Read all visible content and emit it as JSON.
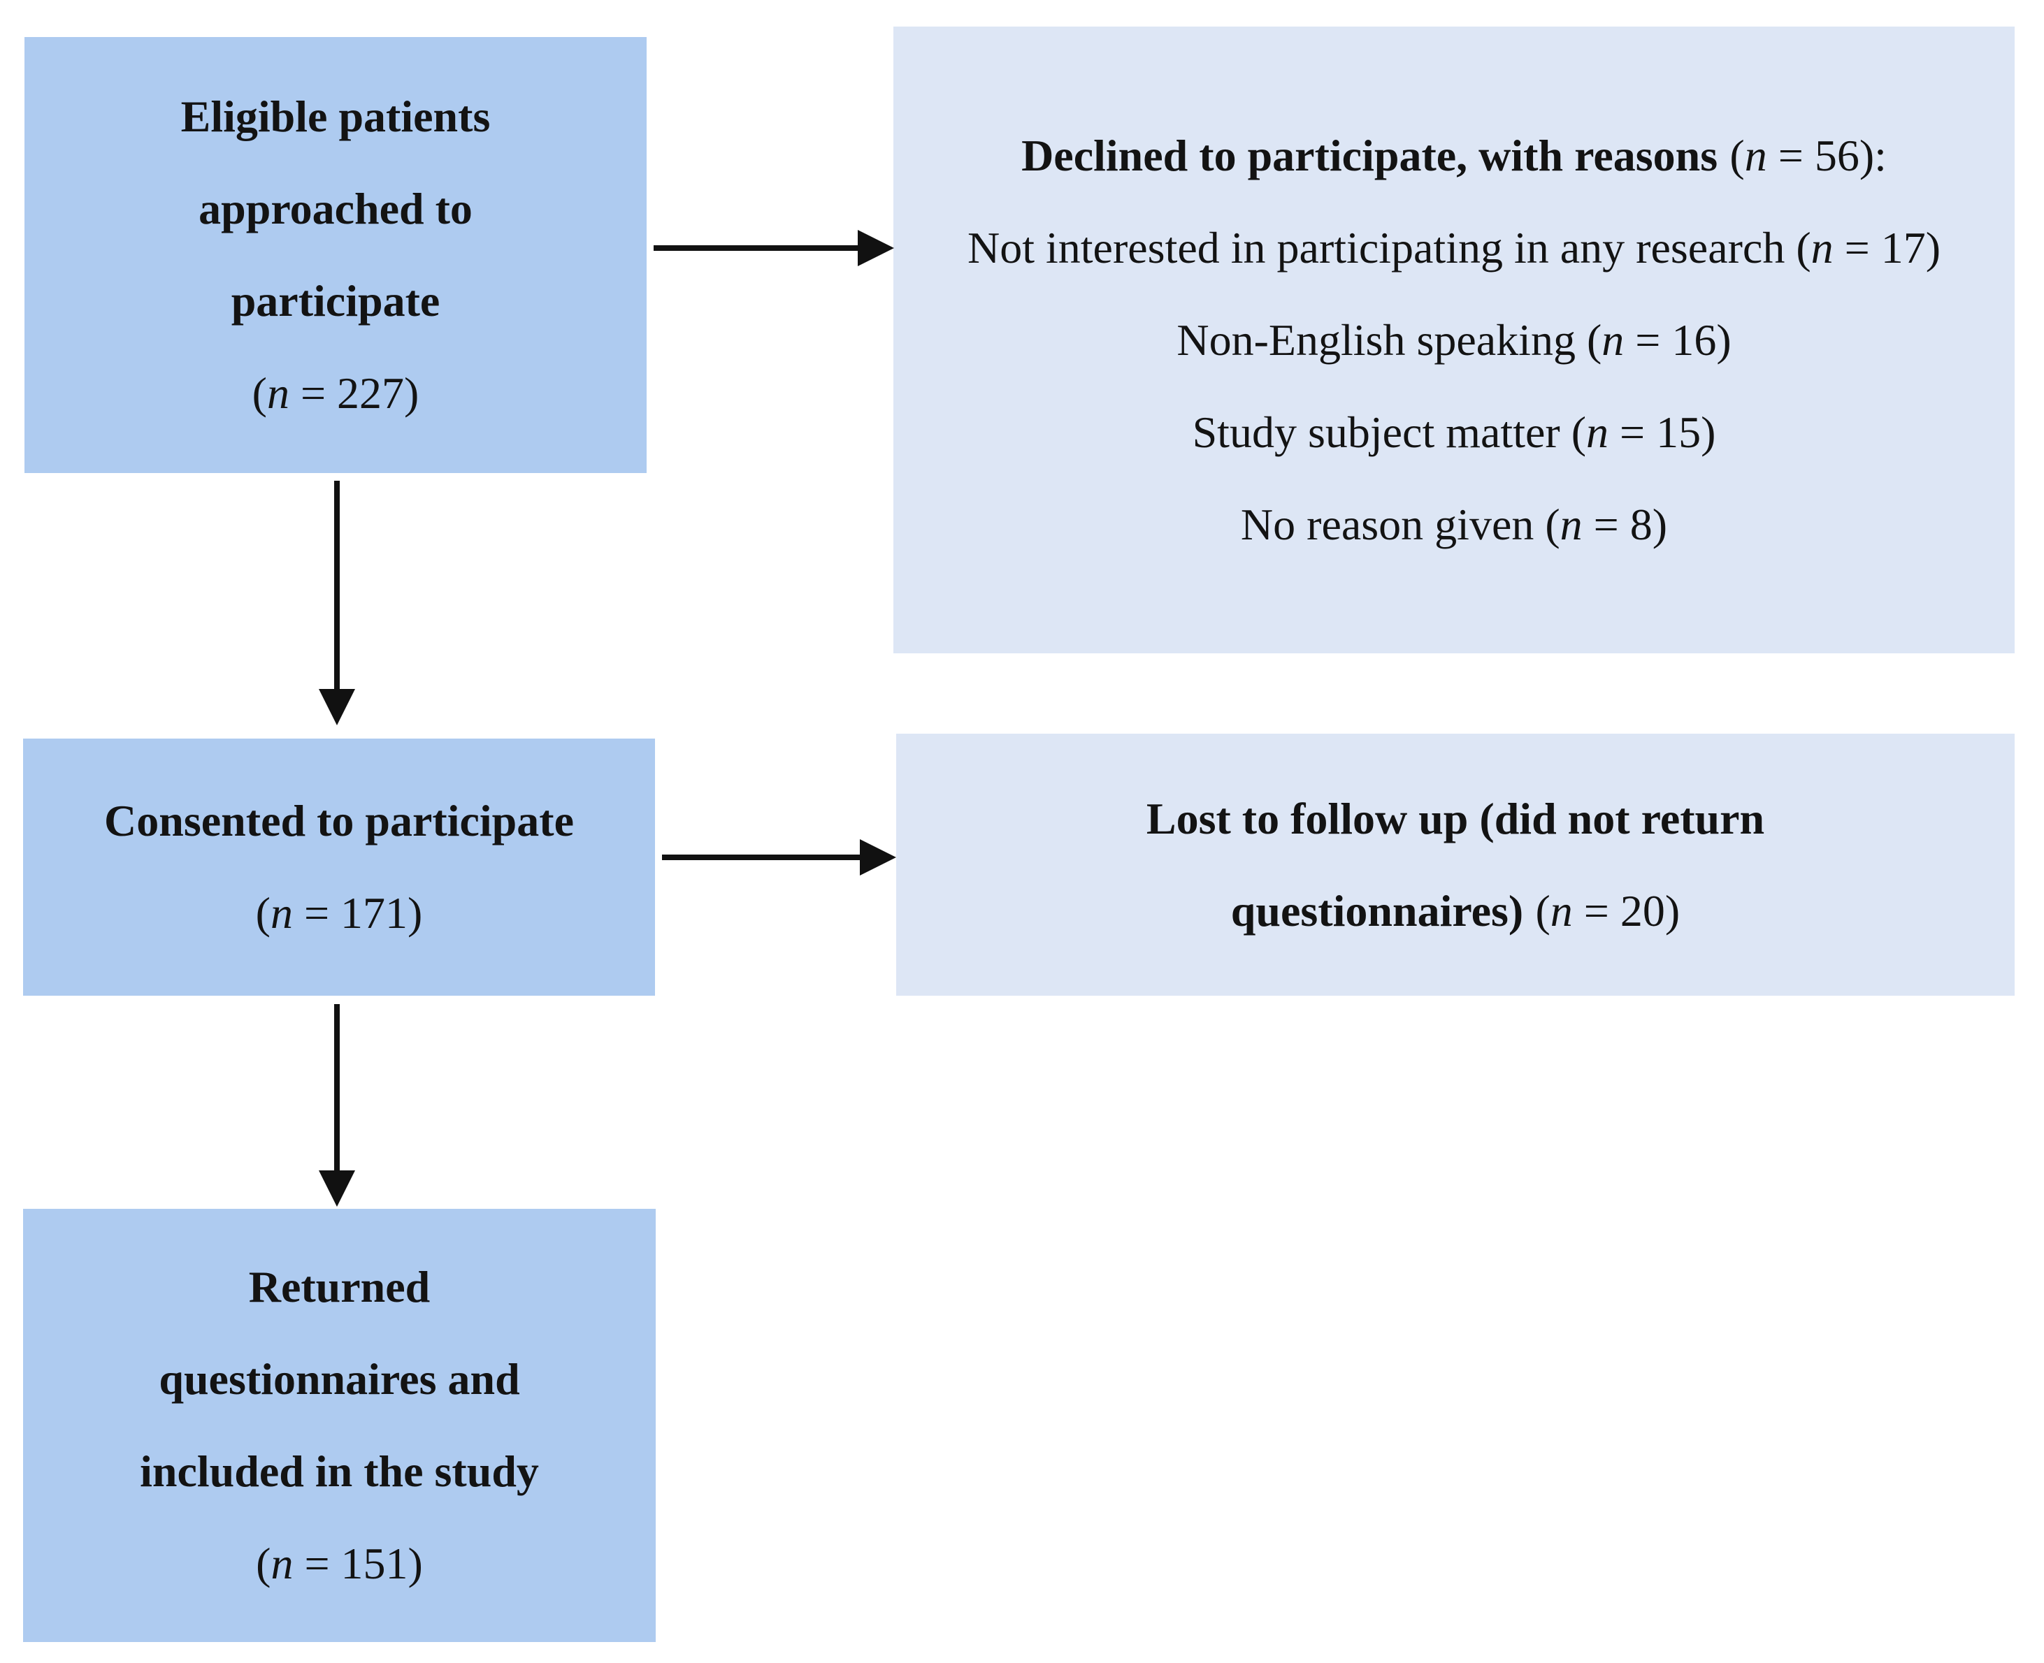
{
  "figure": {
    "type": "participant-flow-diagram",
    "colors": {
      "primary_box_fill": "#aecbf0",
      "secondary_box_fill": "#dde6f5",
      "arrow": "#111111",
      "text": "#131313",
      "background": "#ffffff"
    },
    "boxes": {
      "eligible": {
        "lines": [
          "Eligible patients",
          "approached to",
          "participate"
        ],
        "count": "(n = 227)"
      },
      "declined": {
        "heading": "Declined to participate, with reasons",
        "heading_count": "(n = 56):",
        "reasons": [
          "Not interested in participating in any research (n = 17)",
          "Non-English speaking (n = 16)",
          "Study subject matter (n = 15)",
          "No reason given (n = 8)"
        ]
      },
      "consented": {
        "lines": [
          "Consented to participate"
        ],
        "count": "(n = 171)"
      },
      "lost": {
        "text": "Lost to follow up (did not return questionnaires)",
        "count": "(n = 20)"
      },
      "returned": {
        "lines": [
          "Returned",
          "questionnaires and",
          "included in the study"
        ],
        "count": "(n = 151)"
      }
    }
  }
}
